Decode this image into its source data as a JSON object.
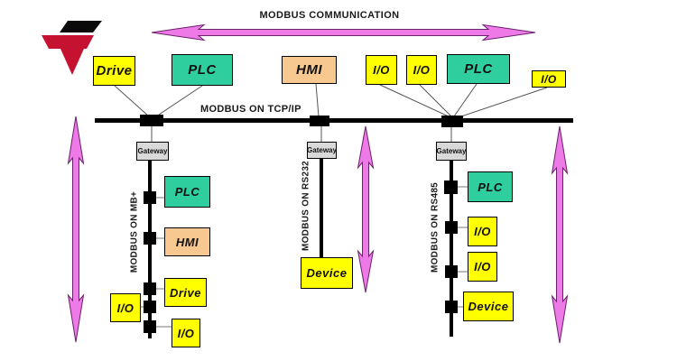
{
  "title": {
    "text": "MODBUS COMMUNICATION"
  },
  "logo": {
    "name": "brand-logo"
  },
  "top_bus": {
    "label": "MODBUS ON TCP/IP"
  },
  "top_devices": [
    {
      "label": "Drive",
      "type": "drive"
    },
    {
      "label": "PLC",
      "type": "plc"
    },
    {
      "label": "HMI",
      "type": "hmi"
    },
    {
      "label": "I/O",
      "type": "io"
    },
    {
      "label": "I/O",
      "type": "io"
    },
    {
      "label": "PLC",
      "type": "plc"
    },
    {
      "label": "I/O",
      "type": "io"
    }
  ],
  "branches": [
    {
      "label": "MODBUS ON MB+",
      "gateway_label": "Gateway",
      "devices": [
        {
          "label": "PLC",
          "type": "plc"
        },
        {
          "label": "HMI",
          "type": "hmi"
        },
        {
          "label": "Drive",
          "type": "drive"
        },
        {
          "label": "I/O",
          "type": "io"
        },
        {
          "label": "I/O",
          "type": "io"
        }
      ]
    },
    {
      "label": "MODBUS ON RS232",
      "gateway_label": "Gateway",
      "devices": [
        {
          "label": "Device",
          "type": "device"
        }
      ]
    },
    {
      "label": "MODBUS ON RS485",
      "gateway_label": "Gateway",
      "devices": [
        {
          "label": "PLC",
          "type": "plc"
        },
        {
          "label": "I/O",
          "type": "io"
        },
        {
          "label": "I/O",
          "type": "io"
        },
        {
          "label": "Device",
          "type": "device"
        }
      ]
    }
  ],
  "colors": {
    "arrow_fill": "#ee7ae8",
    "arrow_stroke": "#6b216b",
    "device_yellow": "#ffff00",
    "device_green": "#2fce9e",
    "device_orange": "#f7c88f",
    "gateway_gray": "#d9d9d9",
    "bus_black": "#000000",
    "logo_red": "#c41230",
    "logo_black": "#0a0a0a"
  }
}
